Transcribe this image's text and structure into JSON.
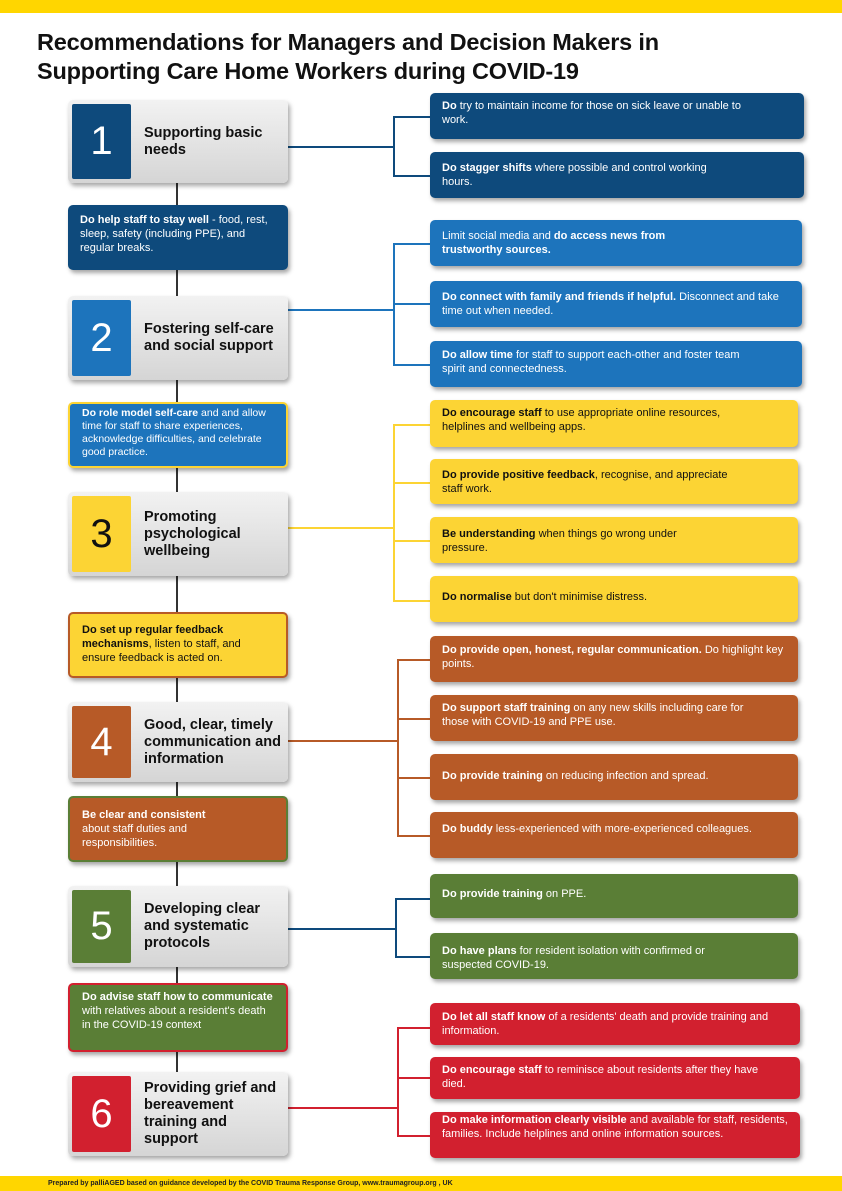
{
  "title": {
    "line1": "Recommendations for Managers and Decision Makers in",
    "line2": "Supporting Care Home Workers during COVID-19"
  },
  "colors": {
    "navy": "#0e4a7c",
    "blue": "#1d74bc",
    "yellow": "#fcd434",
    "orange": "#b75a27",
    "green": "#5a7e36",
    "red": "#d2202f",
    "accent_bar": "#ffd600"
  },
  "steps": [
    {
      "num": "1",
      "label": "Supporting basic needs"
    },
    {
      "num": "2",
      "label": "Fostering self-care and social support"
    },
    {
      "num": "3",
      "label": "Promoting psychological wellbeing"
    },
    {
      "num": "4",
      "label": "Good, clear, timely communication and information"
    },
    {
      "num": "5",
      "label": "Developing clear and systematic protocols"
    },
    {
      "num": "6",
      "label": "Providing grief and bereavement training and support"
    }
  ],
  "mid_cards": [
    {
      "bold": "Do help staff to stay well",
      "text": " - food, rest, sleep, safety (including PPE), and regular breaks."
    },
    {
      "bold": "Do role model self-care",
      "text": " and and allow time for staff to share experiences, acknowledge difficulties, and celebrate good practice."
    },
    {
      "bold": "Do set up regular feedback mechanisms",
      "text": ", listen to staff, and ensure feedback is acted on."
    },
    {
      "bold": "Be clear and consistent",
      "text": " about staff duties and responsibilities."
    },
    {
      "bold": "Do advise staff how to communicate",
      "text": " with relatives about a resident's death in the COVID-19 context"
    }
  ],
  "right_cards": [
    {
      "pre": "",
      "bold": "Do",
      "text": " try to maintain income for those on sick leave or unable to work."
    },
    {
      "pre": "",
      "bold": "Do stagger shifts",
      "text": " where possible and control working hours."
    },
    {
      "pre": "Limit social media and ",
      "bold": "do access news from trustworthy sources.",
      "text": ""
    },
    {
      "pre": "",
      "bold": "Do connect with family and friends if helpful.",
      "text": " Disconnect and take time out when needed."
    },
    {
      "pre": "",
      "bold": "Do allow time",
      "text": " for staff to support each-other and foster team spirit and connectedness."
    },
    {
      "pre": "",
      "bold": "Do encourage staff",
      "text": " to use appropriate online resources, helplines and wellbeing apps."
    },
    {
      "pre": "",
      "bold": "Do provide positive feedback",
      "text": ", recognise, and appreciate staff work."
    },
    {
      "pre": "",
      "bold": "Be understanding",
      "text": " when things go wrong under pressure."
    },
    {
      "pre": "",
      "bold": "Do normalise",
      "text": " but don't minimise distress."
    },
    {
      "pre": "",
      "bold": "Do provide open, honest, regular communication.",
      "text": " Do highlight key points."
    },
    {
      "pre": "",
      "bold": "Do support staff training",
      "text": " on any new skills including care for those with COVID-19 and PPE use."
    },
    {
      "pre": "",
      "bold": "Do provide training",
      "text": " on reducing infection and spread."
    },
    {
      "pre": "",
      "bold": "Do buddy",
      "text": " less-experienced with more-experienced colleagues."
    },
    {
      "pre": "",
      "bold": "Do provide training",
      "text": " on PPE."
    },
    {
      "pre": "",
      "bold": "Do have plans",
      "text": " for resident isolation with confirmed or suspected COVID-19."
    },
    {
      "pre": "",
      "bold": "Do let all staff know",
      "text": " of a residents' death and provide training and information."
    },
    {
      "pre": "",
      "bold": "Do encourage staff",
      "text": " to reminisce about residents after they have died."
    },
    {
      "pre": "",
      "bold": "Do make information clearly visible",
      "text": " and available for staff, residents, families. Include helplines and online information sources."
    }
  ],
  "footer": "Prepared by palliAGED based on guidance developed by the COVID Trauma Response Group, www.traumagroup.org , UK"
}
